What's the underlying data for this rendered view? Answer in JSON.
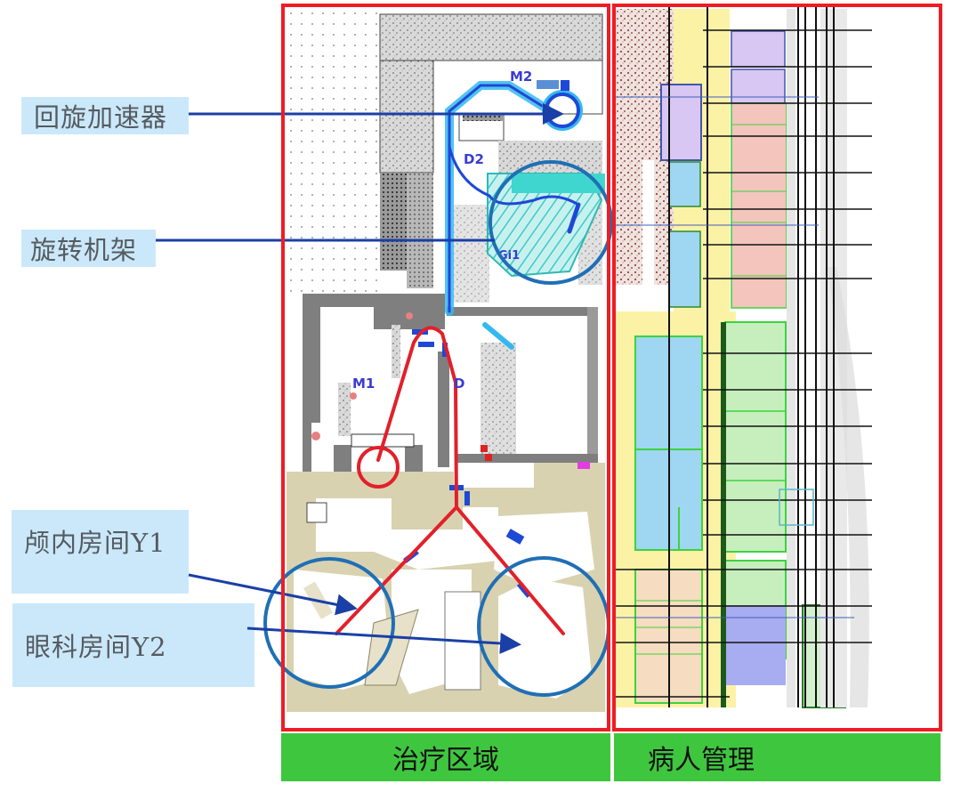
{
  "callouts": [
    {
      "id": "cyclotron",
      "label": "回旋加速器"
    },
    {
      "id": "gantry",
      "label": "旋转机架"
    },
    {
      "id": "room-y1",
      "label": "颅内房间Y1"
    },
    {
      "id": "room-y2",
      "label": "眼科房间Y2"
    }
  ],
  "zones": [
    {
      "id": "treatment",
      "label": "治疗区域"
    },
    {
      "id": "patient",
      "label": "病人管理"
    }
  ],
  "map_labels": {
    "m2": "M2",
    "d2": "D2",
    "m1": "M1",
    "d": "D",
    "gi1": "Gi1"
  },
  "colors": {
    "zone_frame": "#ee1c25",
    "zone_tab": "#3fc63f",
    "callout_bg": "#cbe8fa",
    "callout_line": "#1a3fa6",
    "highlight_circle": "#1f6fb5",
    "beamline_red": "#e2202a",
    "beamline_blue": "#1e48d6",
    "beamline_glow": "#35b8f0",
    "gantry_cyan": "#40d6d0"
  }
}
